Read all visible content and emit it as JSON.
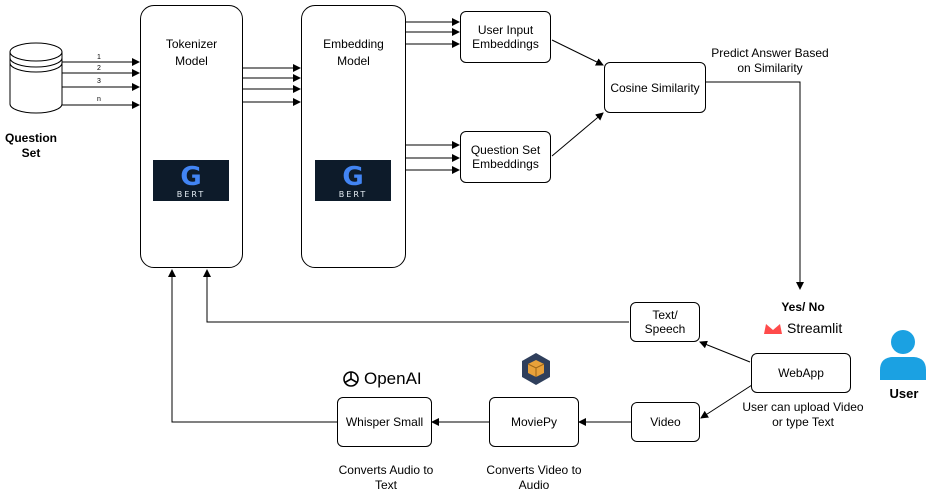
{
  "question_set": {
    "label": "Question\nSet",
    "lines": [
      "1",
      "2",
      "3",
      "n"
    ]
  },
  "tokenizer": {
    "title": "Tokenizer\nModel",
    "logo_text": "BERT"
  },
  "embedding": {
    "title": "Embedding\nModel",
    "logo_text": "BERT"
  },
  "user_input_embeddings": "User Input\nEmbeddings",
  "question_set_embeddings": "Question Set\nEmbeddings",
  "cosine_similarity": "Cosine Similarity",
  "predict_label": "Predict Answer Based\non Similarity",
  "yes_no": "Yes/ No",
  "streamlit": "Streamlit",
  "webapp": "WebApp",
  "webapp_note": "User can upload Video\nor type Text",
  "user": "User",
  "text_speech": "Text/\nSpeech",
  "video": "Video",
  "moviepy": "MoviePy",
  "moviepy_note": "Converts Video to\nAudio",
  "whisper": "Whisper Small",
  "whisper_note": "Converts Audio to\nText",
  "openai": "OpenAI",
  "colors": {
    "user_icon": "#1ba1e2",
    "streamlit_red": "#ff4b4b",
    "google_blue": "#4285f4"
  }
}
